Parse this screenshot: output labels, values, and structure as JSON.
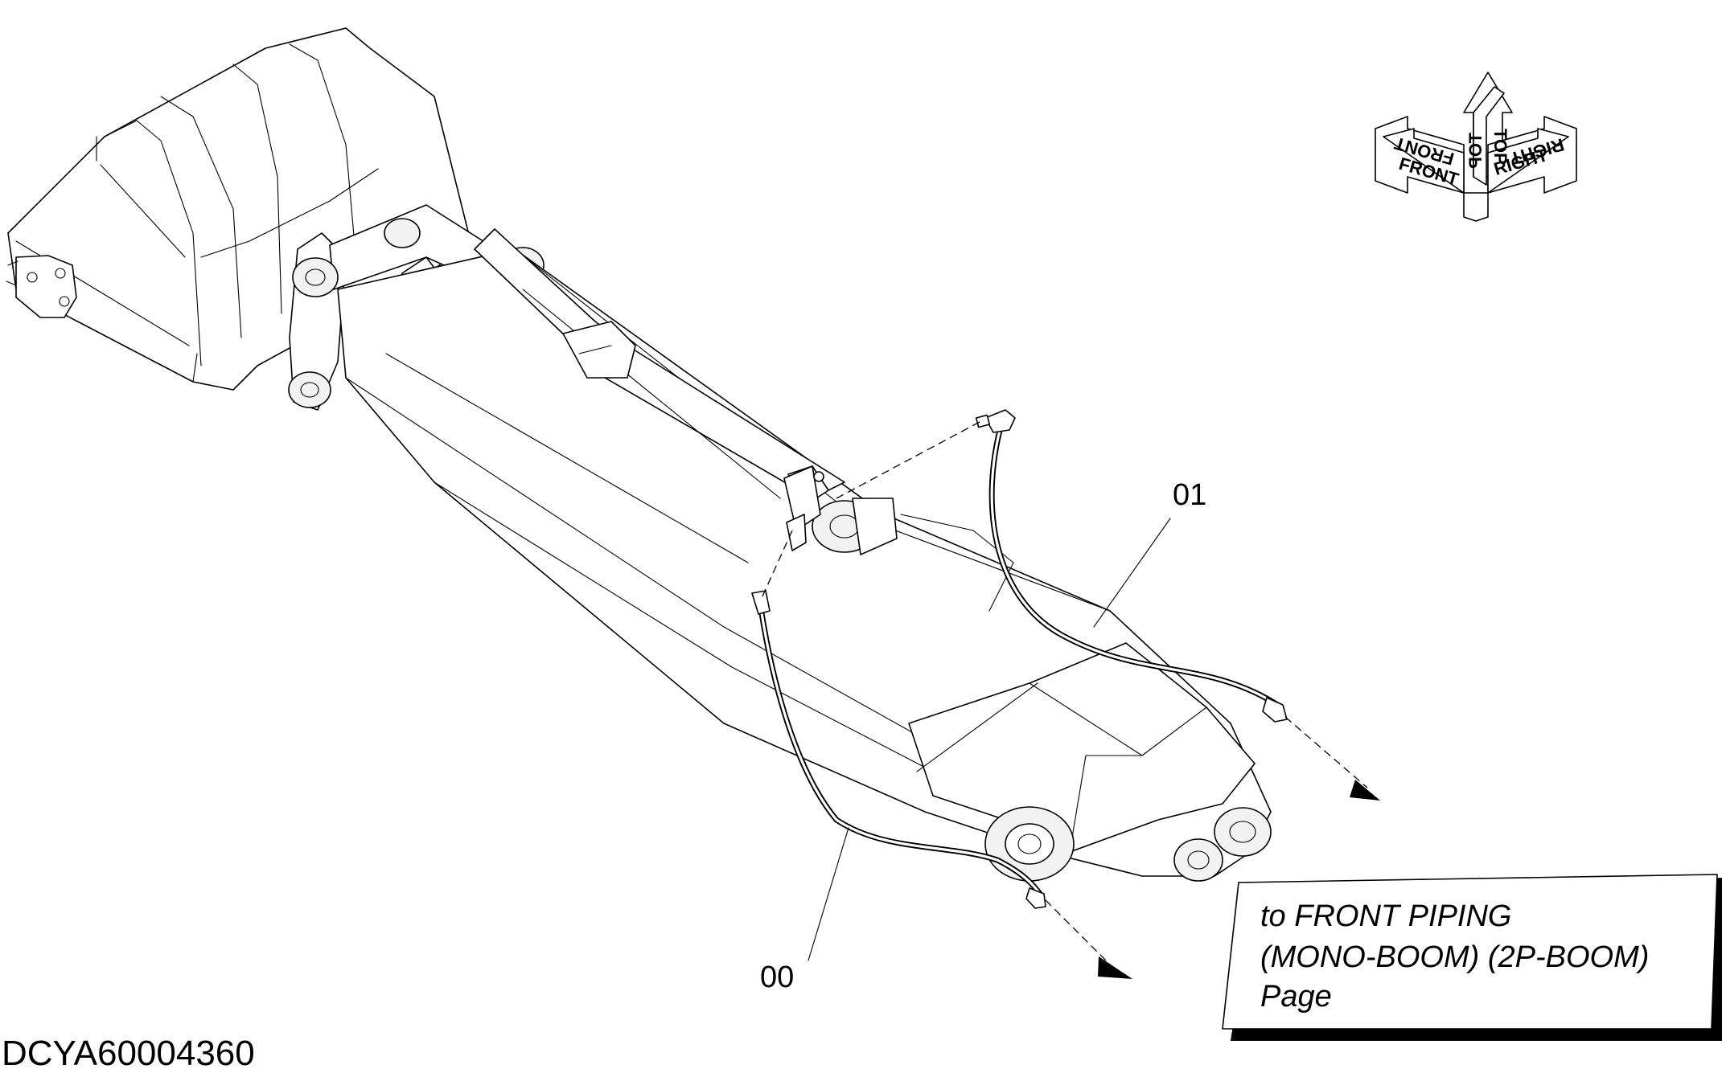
{
  "diagram": {
    "drawing_code": "DCYA60004360",
    "callouts": [
      {
        "id": "hose-01",
        "label": "01"
      },
      {
        "id": "hose-00",
        "label": "00"
      }
    ],
    "reference_note": {
      "line1": "to FRONT PIPING",
      "line2": "(MONO-BOOM) (2P-BOOM)",
      "line3": "Page"
    },
    "orientation": {
      "front": "FRONT",
      "front_mirrored": "FRONT",
      "top": "TOP",
      "top_mirrored": "TOP",
      "right": "RIGHT",
      "right_mirrored": "RIGHT"
    },
    "colors": {
      "line": "#000000",
      "background": "#ffffff"
    }
  }
}
